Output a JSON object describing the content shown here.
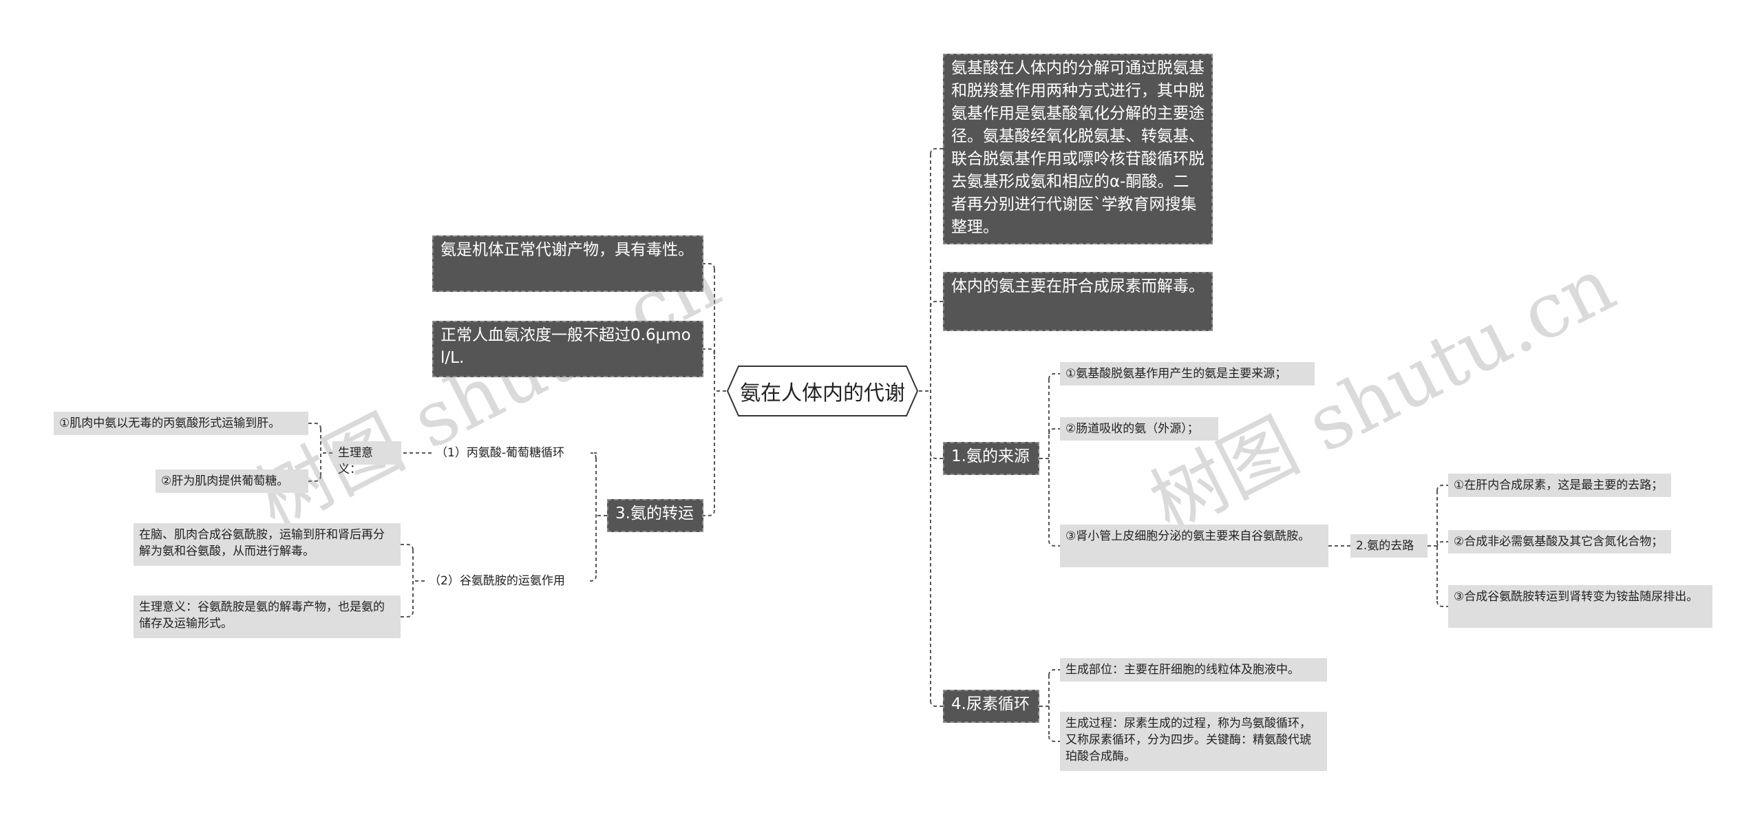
{
  "root": "氨在人体内的代谢",
  "left": {
    "toxic": "氨是机体正常代谢产物，具有毒性。",
    "normal": "正常人血氨浓度一般不超过0.6μmol/L.",
    "transport": {
      "label": "3.氨的转运",
      "alanine": {
        "label": "（1）丙氨酸-葡萄糖循环",
        "significance": {
          "label": "生理意义：",
          "items": [
            "①肌肉中氨以无毒的丙氨酸形式运输到肝。",
            "②肝为肌肉提供葡萄糖。"
          ]
        }
      },
      "glutamine": {
        "label": "（2）谷氨酰胺的运氨作用",
        "items": [
          "在脑、肌肉合成谷氨酰胺，运输到肝和肾后再分解为氨和谷氨酸，从而进行解毒。",
          "生理意义：谷氨酰胺是氨的解毒产物，也是氨的储存及运输形式。"
        ]
      }
    }
  },
  "right": {
    "intro": "氨基酸在人体内的分解可通过脱氨基和脱羧基作用两种方式进行，其中脱氨基作用是氨基酸氧化分解的主要途径。氨基酸经氧化脱氨基、转氨基、联合脱氨基作用或嘌呤核苷酸循环脱去氨基形成氨和相应的α-酮酸。二者再分别进行代谢医`学教育网搜集整理。",
    "urea": "体内的氨主要在肝合成尿素而解毒。",
    "source": {
      "label": "1.氨的来源",
      "items": [
        "①氨基酸脱氨基作用产生的氨是主要来源；",
        "②肠道吸收的氨（外源）；",
        "③肾小管上皮细胞分泌的氨主要来自谷氨酰胺。"
      ],
      "fate": {
        "label": "2.氨的去路",
        "items": [
          "①在肝内合成尿素，这是最主要的去路；",
          "②合成非必需氨基酸及其它含氮化合物；",
          "③合成谷氨酰胺转运到肾转变为铵盐随尿排出。"
        ]
      }
    },
    "cycle": {
      "label": "4.尿素循环",
      "items": [
        "生成部位：主要在肝细胞的线粒体及胞液中。",
        "生成过程：尿素生成的过程，称为鸟氨酸循环，又称尿素循环，分为四步。关键酶：精氨酸代琥珀酸合成酶。"
      ]
    }
  },
  "watermark": "树图 shutu.cn",
  "colors": {
    "dark": "#555555",
    "light": "#dedede",
    "line": "#555555"
  }
}
